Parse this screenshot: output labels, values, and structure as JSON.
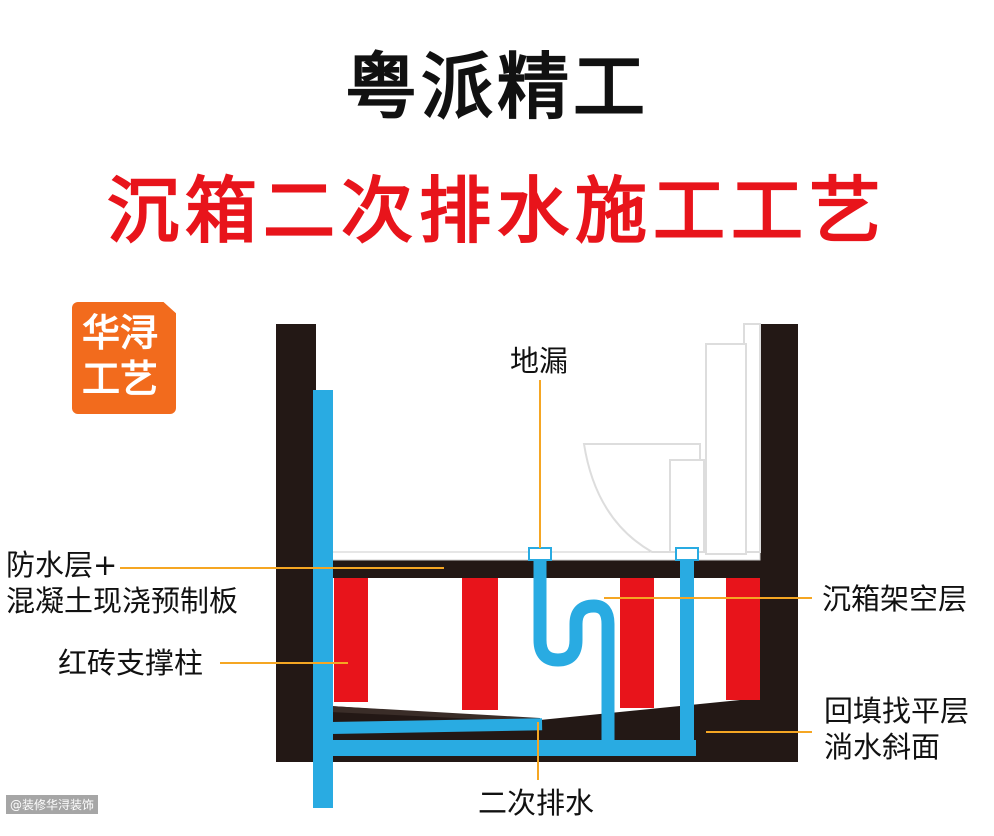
{
  "header": {
    "title": "粤派精工",
    "subtitle": "沉箱二次排水施工工艺"
  },
  "badge": {
    "line1": "华浔",
    "line2": "工艺"
  },
  "labels": {
    "floor_drain": "地漏",
    "waterproof_line1": "防水层+",
    "waterproof_line2": "混凝土现浇预制板",
    "brick_columns": "红砖支撑柱",
    "overhead_layer": "沉箱架空层",
    "backfill_line1": "回填找平层",
    "backfill_line2": "淌水斜面",
    "secondary_drain": "二次排水"
  },
  "watermark": "@装修华浔装饰",
  "colors": {
    "title": "#111111",
    "subtitle": "#e8141b",
    "badge": "#f26b1d",
    "wall": "#231815",
    "brick": "#e8141b",
    "pipe": "#29abe2",
    "leader": "#f5a623"
  }
}
